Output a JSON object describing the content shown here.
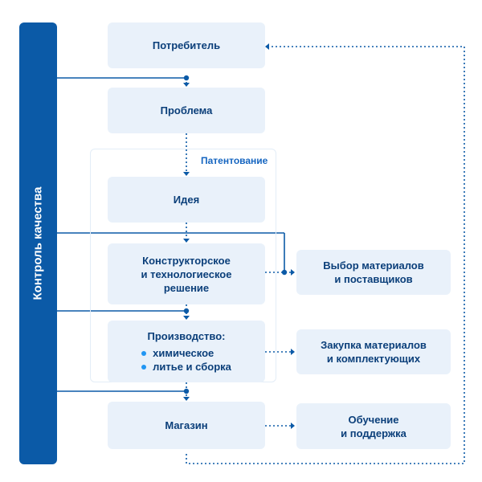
{
  "sidebar": {
    "label": "Контроль качества"
  },
  "patent_group": {
    "label": "Патентование"
  },
  "boxes": {
    "consumer": "Потребитель",
    "problem": "Проблема",
    "idea": "Идея",
    "design": {
      "line1": "Конструкторское",
      "line2": "и технологиеское",
      "line3": "решение"
    },
    "production": {
      "title": "Производство:",
      "items": [
        "химическое",
        "литье и сборка"
      ]
    },
    "store": "Магазин",
    "materials": {
      "line1": "Выбор материалов",
      "line2": "и поставщиков"
    },
    "purchase": {
      "line1": "Закупка материалов",
      "line2": "и комплектующих"
    },
    "training": {
      "line1": "Обучение",
      "line2": "и поддержка"
    }
  },
  "colors": {
    "sidebar": "#0b5aa7",
    "box_fill": "#e9f1fa",
    "box_text": "#0b3f7a",
    "line": "#0b5aa7",
    "accent": "#2196f3"
  }
}
